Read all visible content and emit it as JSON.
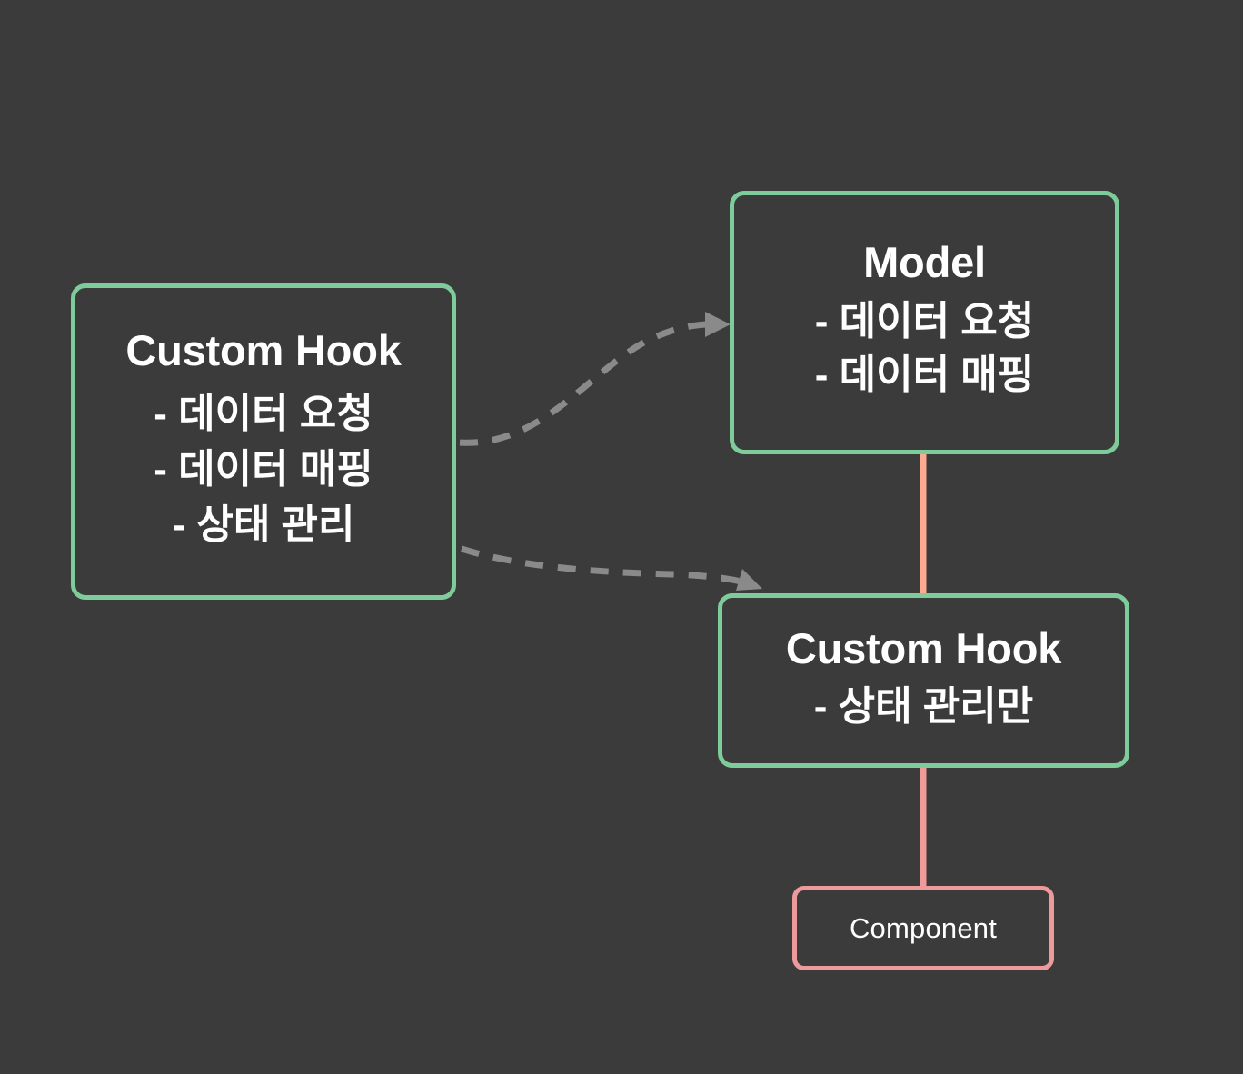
{
  "diagram": {
    "title": "Custom Hook / Model / Component architecture",
    "background_color": "#3b3b3b",
    "text_color": "#ffffff",
    "colors": {
      "green_border": "#7dcc9a",
      "pink_border": "#ec9a9a",
      "salmon_connector": "#ffab91",
      "pink_connector": "#f09a9a",
      "dashed_arrow": "#8a8a8a"
    }
  },
  "nodes": {
    "custom_hook_left": {
      "title": "Custom Hook",
      "lines": [
        "- 데이터 요청",
        "- 데이터 매핑",
        "- 상태 관리"
      ],
      "border_color": "#7dcc9a"
    },
    "model": {
      "title": "Model",
      "lines": [
        "- 데이터 요청",
        "- 데이터 매핑"
      ],
      "border_color": "#7dcc9a"
    },
    "custom_hook_right": {
      "title": "Custom Hook",
      "lines": [
        "- 상태 관리만"
      ],
      "border_color": "#7dcc9a"
    },
    "component": {
      "title": "Component",
      "lines": [],
      "border_color": "#ec9a9a"
    }
  },
  "connectors": [
    {
      "name": "custom-hook-left-to-model",
      "style": "dashed-curved-arrow",
      "color": "#8a8a8a",
      "from": "custom_hook_left",
      "to": "model"
    },
    {
      "name": "custom-hook-left-to-custom-hook-right",
      "style": "dashed-curved-arrow",
      "color": "#8a8a8a",
      "from": "custom_hook_left",
      "to": "custom_hook_right"
    },
    {
      "name": "model-to-custom-hook-right",
      "style": "solid-line",
      "color": "#ffab91",
      "from": "model",
      "to": "custom_hook_right"
    },
    {
      "name": "custom-hook-right-to-component",
      "style": "solid-line",
      "color": "#f09a9a",
      "from": "custom_hook_right",
      "to": "component"
    }
  ]
}
